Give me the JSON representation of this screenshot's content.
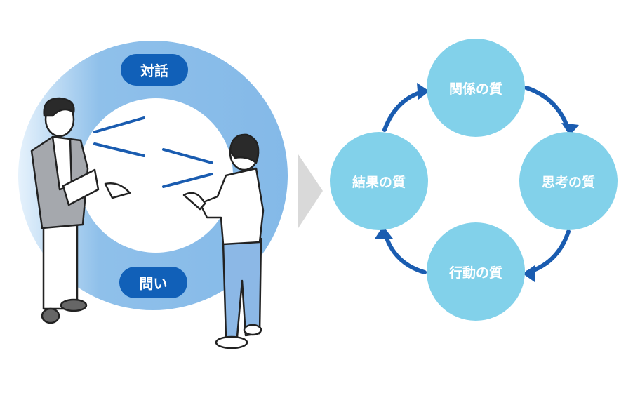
{
  "left": {
    "top_label": "対話",
    "bottom_label": "問い"
  },
  "cycle": {
    "nodes": [
      "関係の質",
      "思考の質",
      "行動の質",
      "結果の質"
    ]
  },
  "colors": {
    "ring": "#8bbde9",
    "pill": "#1160b8",
    "node": "#82d1ea",
    "arrow": "#1a5cb0",
    "chevron": "#d9d9d9"
  }
}
